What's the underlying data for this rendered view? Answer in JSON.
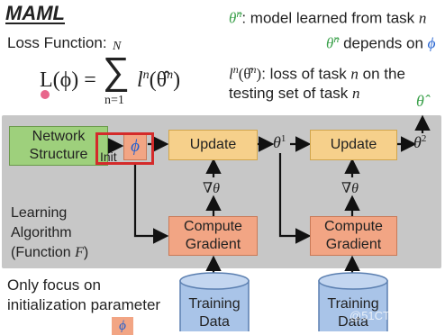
{
  "title": "MAML",
  "loss_label": "Loss Function:",
  "formula": {
    "lhs": "L(ϕ) =",
    "sum_upper": "N",
    "sum_lower": "n=1",
    "term": "l",
    "term_sup": "n",
    "term_arg": "(θ̂",
    "term_arg_sup": "n",
    "term_close": ")"
  },
  "notes": {
    "theta_hat": "θ̂",
    "theta_sup": "n",
    "note1_text": ": model learned from task ",
    "note1_var": "n",
    "note2_text": " depends on ",
    "note2_var": "ϕ",
    "note3_l": "l",
    "note3_sup": "n",
    "note3_arg": "(θ̂",
    "note3_close": ")",
    "note3_text": ": loss of task ",
    "note3_var": "n",
    "note3_tail": " on the",
    "note4": "testing set of task ",
    "note4_var": "n"
  },
  "diagram": {
    "network_structure": [
      "Network",
      "Structure"
    ],
    "init_label": "Init",
    "phi": "ϕ",
    "update_label": "Update",
    "compute_gradient": [
      "Compute",
      "Gradient"
    ],
    "grad_symbol": "∇θ",
    "theta": "θ",
    "sup_1": "1",
    "sup_2": "2",
    "theta_hat": "θ̂",
    "learning_algorithm": [
      "Learning",
      "Algorithm",
      "(Function "
    ],
    "func_var": "F",
    "func_close": ")",
    "training_data": [
      "Training",
      "Data"
    ]
  },
  "bottom": {
    "line1": "Only focus on",
    "line2": "initialization parameter",
    "phi": "ϕ"
  },
  "watermark": "@51CTO博客",
  "colors": {
    "panel": "#c7c7c7",
    "network_box": "#9ed07c",
    "update_box": "#f6d08b",
    "compute_box": "#f2a584",
    "cylinder": "#a9c4e8",
    "highlight_border": "#d42a2a",
    "phi_text": "#1f5fd0",
    "theta_hat_text": "#3aa04a"
  }
}
